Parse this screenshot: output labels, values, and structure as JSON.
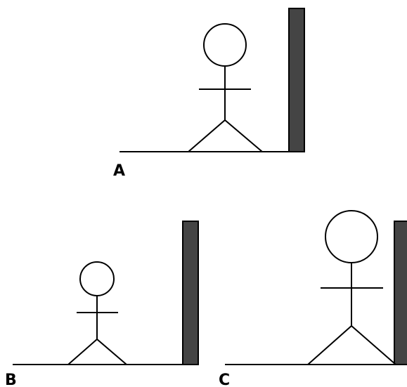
{
  "panels": [
    {
      "id": "A",
      "label": "A"
    },
    {
      "id": "B",
      "label": "B"
    },
    {
      "id": "C",
      "label": "C"
    }
  ],
  "colors": {
    "line": "#000000",
    "wall_fill": "#444444",
    "background": "#ffffff"
  }
}
